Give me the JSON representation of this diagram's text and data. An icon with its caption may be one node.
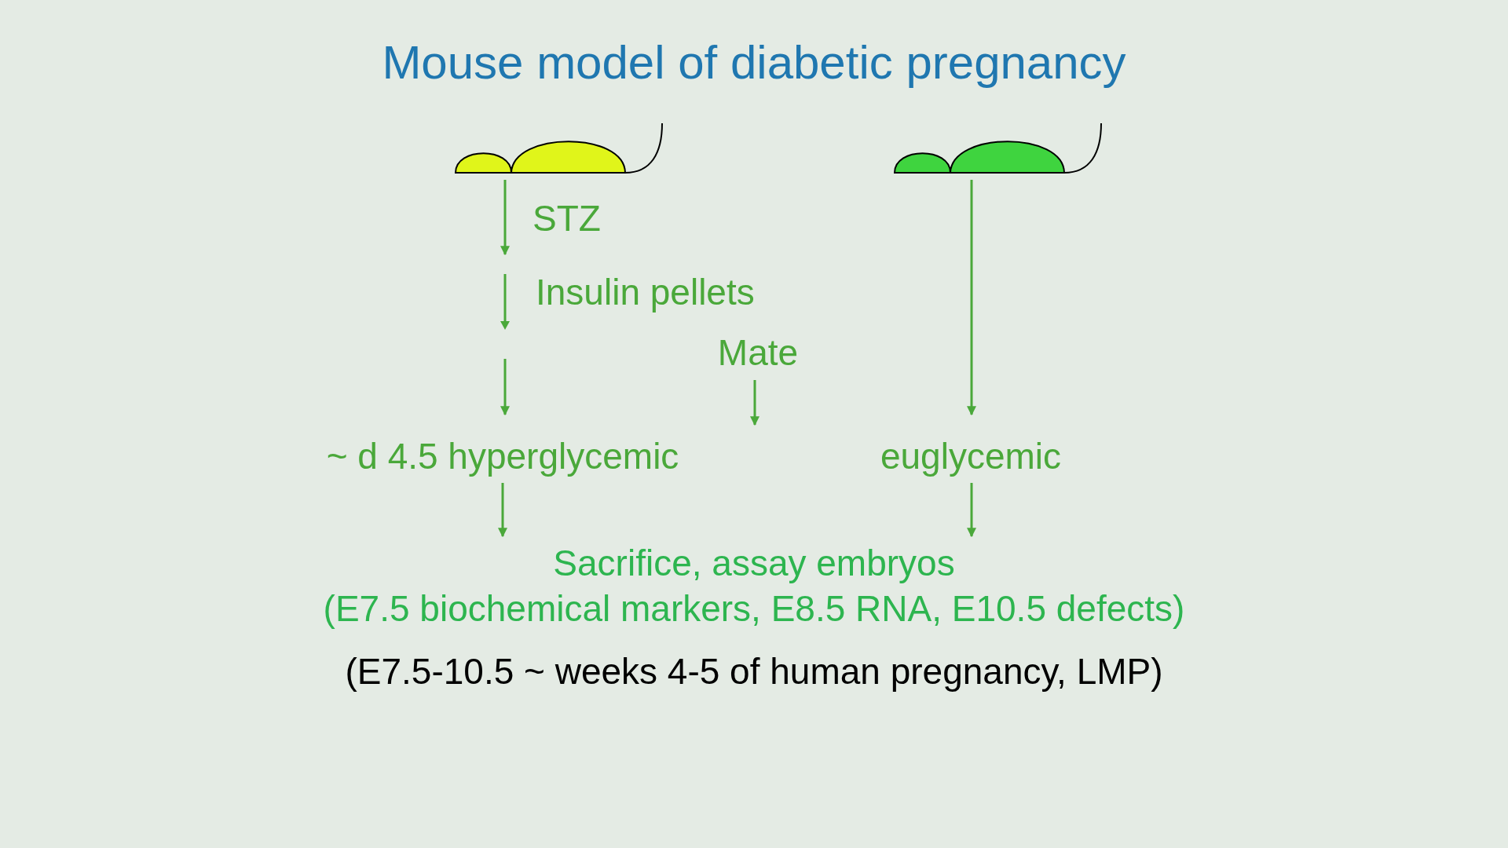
{
  "diagram": {
    "title": "Mouse model of diabetic pregnancy",
    "nodes": [
      {
        "text": [],
        "shape": "picture"
      },
      {
        "text": [],
        "shape": "picture"
      },
      {
        "text": [
          "~ d 4.5 hyperglycemic"
        ]
      },
      {
        "text": [
          "euglycemic"
        ]
      },
      {
        "text": [
          "Sacrifice, assay  embryos",
          "(E7.5 biochemical markers, E8.5 RNA, E10.5 defects)"
        ]
      },
      {
        "text": [
          "Mate"
        ]
      }
    ],
    "edges": [
      {
        "from": 0,
        "to": null,
        "arrow": "to",
        "label": "STZ"
      },
      {
        "from": null,
        "to": 2,
        "arrow": "to"
      },
      {
        "from": 1,
        "to": 3,
        "arrow": "to"
      },
      {
        "from": 2,
        "to": 4,
        "arrow": "to"
      },
      {
        "from": 3,
        "to": 4,
        "arrow": "to"
      },
      {
        "from": 5,
        "to": null,
        "arrow": "to"
      }
    ],
    "labels": [
      "Insulin pellets",
      "(E7.5-10.5 ~ weeks 4-5 of human pregnancy, LMP)"
    ]
  }
}
